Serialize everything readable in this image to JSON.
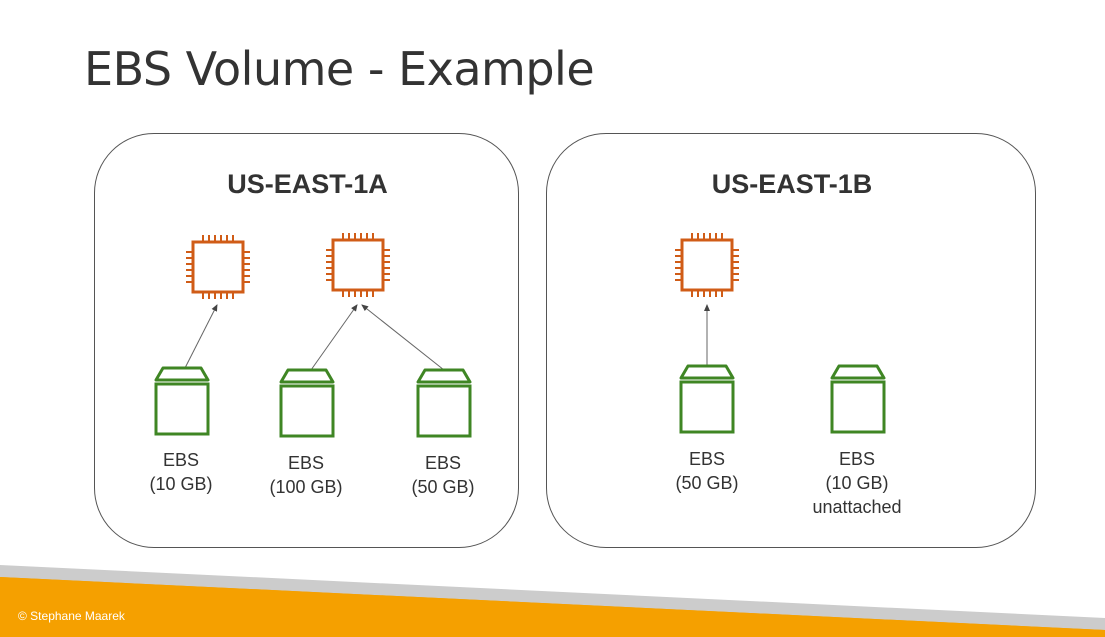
{
  "title": "EBS Volume - Example",
  "zones": [
    {
      "name": "US-EAST-1A",
      "volumes": [
        {
          "line1": "EBS",
          "line2": "(10 GB)"
        },
        {
          "line1": "EBS",
          "line2": "(100 GB)"
        },
        {
          "line1": "EBS",
          "line2": "(50 GB)"
        }
      ]
    },
    {
      "name": "US-EAST-1B",
      "volumes": [
        {
          "line1": "EBS",
          "line2": "(50 GB)"
        },
        {
          "line1": "EBS",
          "line2": "(10 GB)",
          "line3": "unattached"
        }
      ]
    }
  ],
  "footer": "© Stephane Maarek",
  "colors": {
    "instance": "#D05C17",
    "volume": "#3F8624",
    "footer_orange": "#F5A000",
    "footer_gray": "#CCCCCC"
  },
  "icons": {
    "instance": "ec2-instance-icon",
    "volume": "ebs-volume-icon"
  }
}
